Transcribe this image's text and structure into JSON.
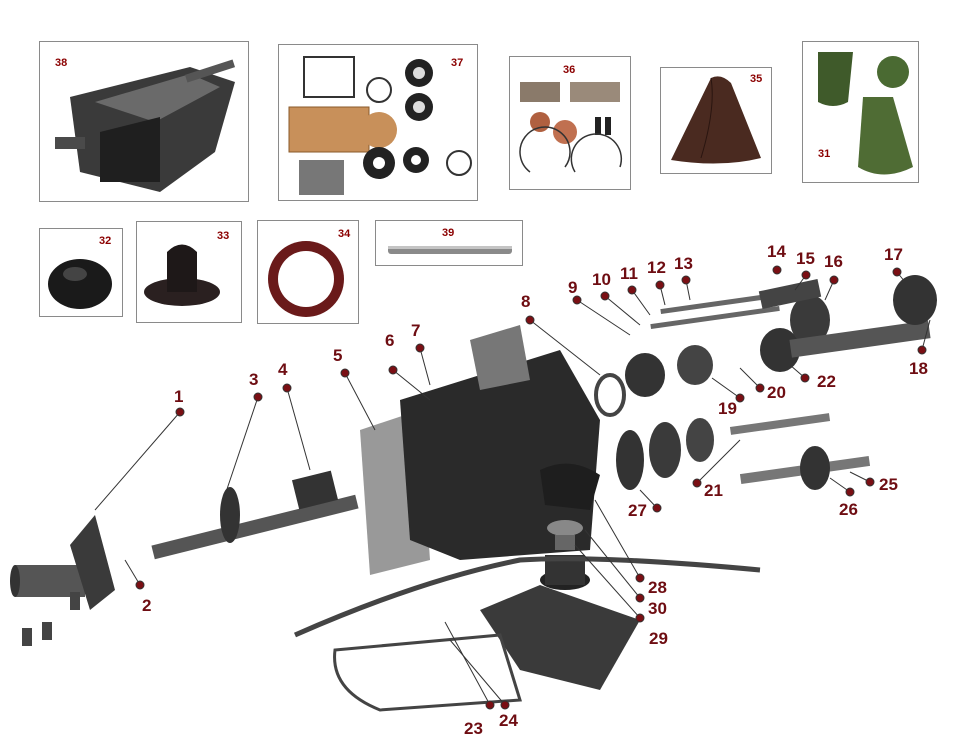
{
  "insets": [
    {
      "id": "38",
      "label": "38"
    },
    {
      "id": "37",
      "label": "37"
    },
    {
      "id": "36",
      "label": "36"
    },
    {
      "id": "35",
      "label": "35"
    },
    {
      "id": "31",
      "label": "31"
    },
    {
      "id": "32",
      "label": "32"
    },
    {
      "id": "33",
      "label": "33"
    },
    {
      "id": "34",
      "label": "34"
    },
    {
      "id": "39",
      "label": "39"
    }
  ],
  "callouts": [
    "1",
    "2",
    "3",
    "4",
    "5",
    "6",
    "7",
    "8",
    "9",
    "10",
    "11",
    "12",
    "13",
    "14",
    "15",
    "16",
    "17",
    "18",
    "19",
    "20",
    "21",
    "22",
    "23",
    "24",
    "25",
    "26",
    "27",
    "28",
    "29",
    "30"
  ],
  "colors": {
    "callout": "#6e0d12",
    "dot": "#7a0f14",
    "inset_label": "#8b0000",
    "metal": "#2b2b2b"
  }
}
